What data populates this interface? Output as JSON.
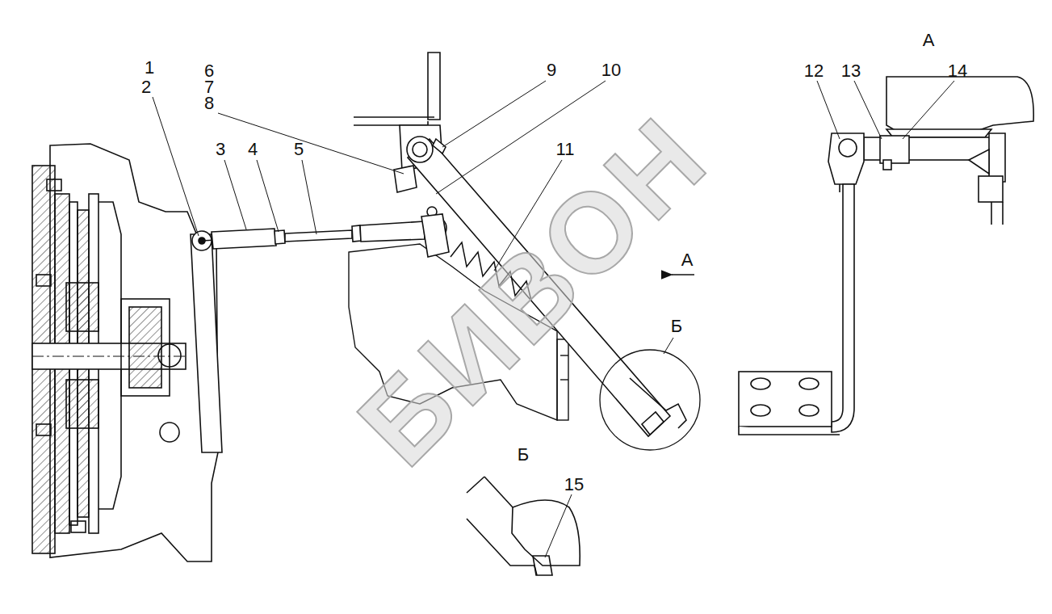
{
  "diagram": {
    "labels": [
      "1",
      "2",
      "3",
      "4",
      "5",
      "6",
      "7",
      "8",
      "9",
      "10",
      "11",
      "А",
      "Б",
      "Б",
      "15",
      "А",
      "12",
      "13",
      "14",
      "БИВОН"
    ]
  }
}
